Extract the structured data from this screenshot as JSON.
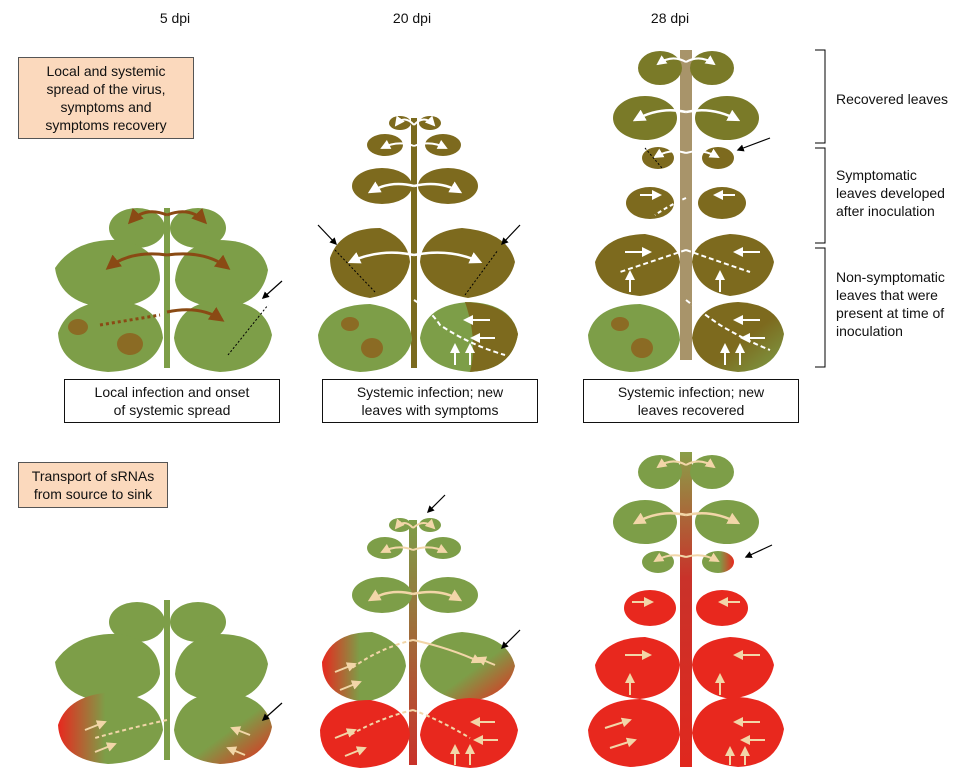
{
  "columns": [
    {
      "label": "5 dpi"
    },
    {
      "label": "20 dpi"
    },
    {
      "label": "28 dpi"
    }
  ],
  "top_note": "Local and systemic\nspread of the virus,\nsymptoms and\nsymptoms recovery",
  "bottom_note": "Transport of sRNAs\nfrom source to sink",
  "captions": [
    "Local infection and onset\nof systemic spread",
    "Systemic infection; new\nleaves with symptoms",
    "Systemic infection; new\nleaves recovered"
  ],
  "side_labels": [
    "Recovered leaves",
    "Symptomatic\nleaves developed\nafter inoculation",
    "Non-symptomatic\nleaves that were\npresent at time of\ninoculation"
  ],
  "colors": {
    "healthy_leaf": "#7d9e48",
    "symptomatic_leaf": "#7d6a1e",
    "recovered_leaf": "#7a7a28",
    "srna_red": "#e8281e",
    "label_box": "#fbd9bd"
  }
}
